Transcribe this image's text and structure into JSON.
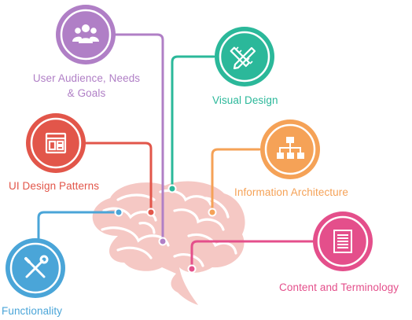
{
  "topics": [
    {
      "id": "user-audience",
      "label_line1": "User Audience, Needs",
      "label_line2": "& Goals",
      "icon": "users-icon",
      "color": "#b07fc6"
    },
    {
      "id": "visual-design",
      "label": "Visual Design",
      "icon": "pencil-ruler-icon",
      "color": "#2bb89a"
    },
    {
      "id": "ui-design-patterns",
      "label": "UI Design Patterns",
      "icon": "layout-window-icon",
      "color": "#e2564a"
    },
    {
      "id": "information-architecture",
      "label": "Information Architecture",
      "icon": "sitemap-icon",
      "color": "#f5a257"
    },
    {
      "id": "functionality",
      "label": "Functionality",
      "icon": "wrench-screwdriver-icon",
      "color": "#4aa5d8"
    },
    {
      "id": "content-terminology",
      "label": "Content and Terminology",
      "icon": "document-icon",
      "color": "#e44f8b"
    }
  ],
  "brain": {
    "icon": "brain-icon",
    "color": "#f5c8c4"
  }
}
